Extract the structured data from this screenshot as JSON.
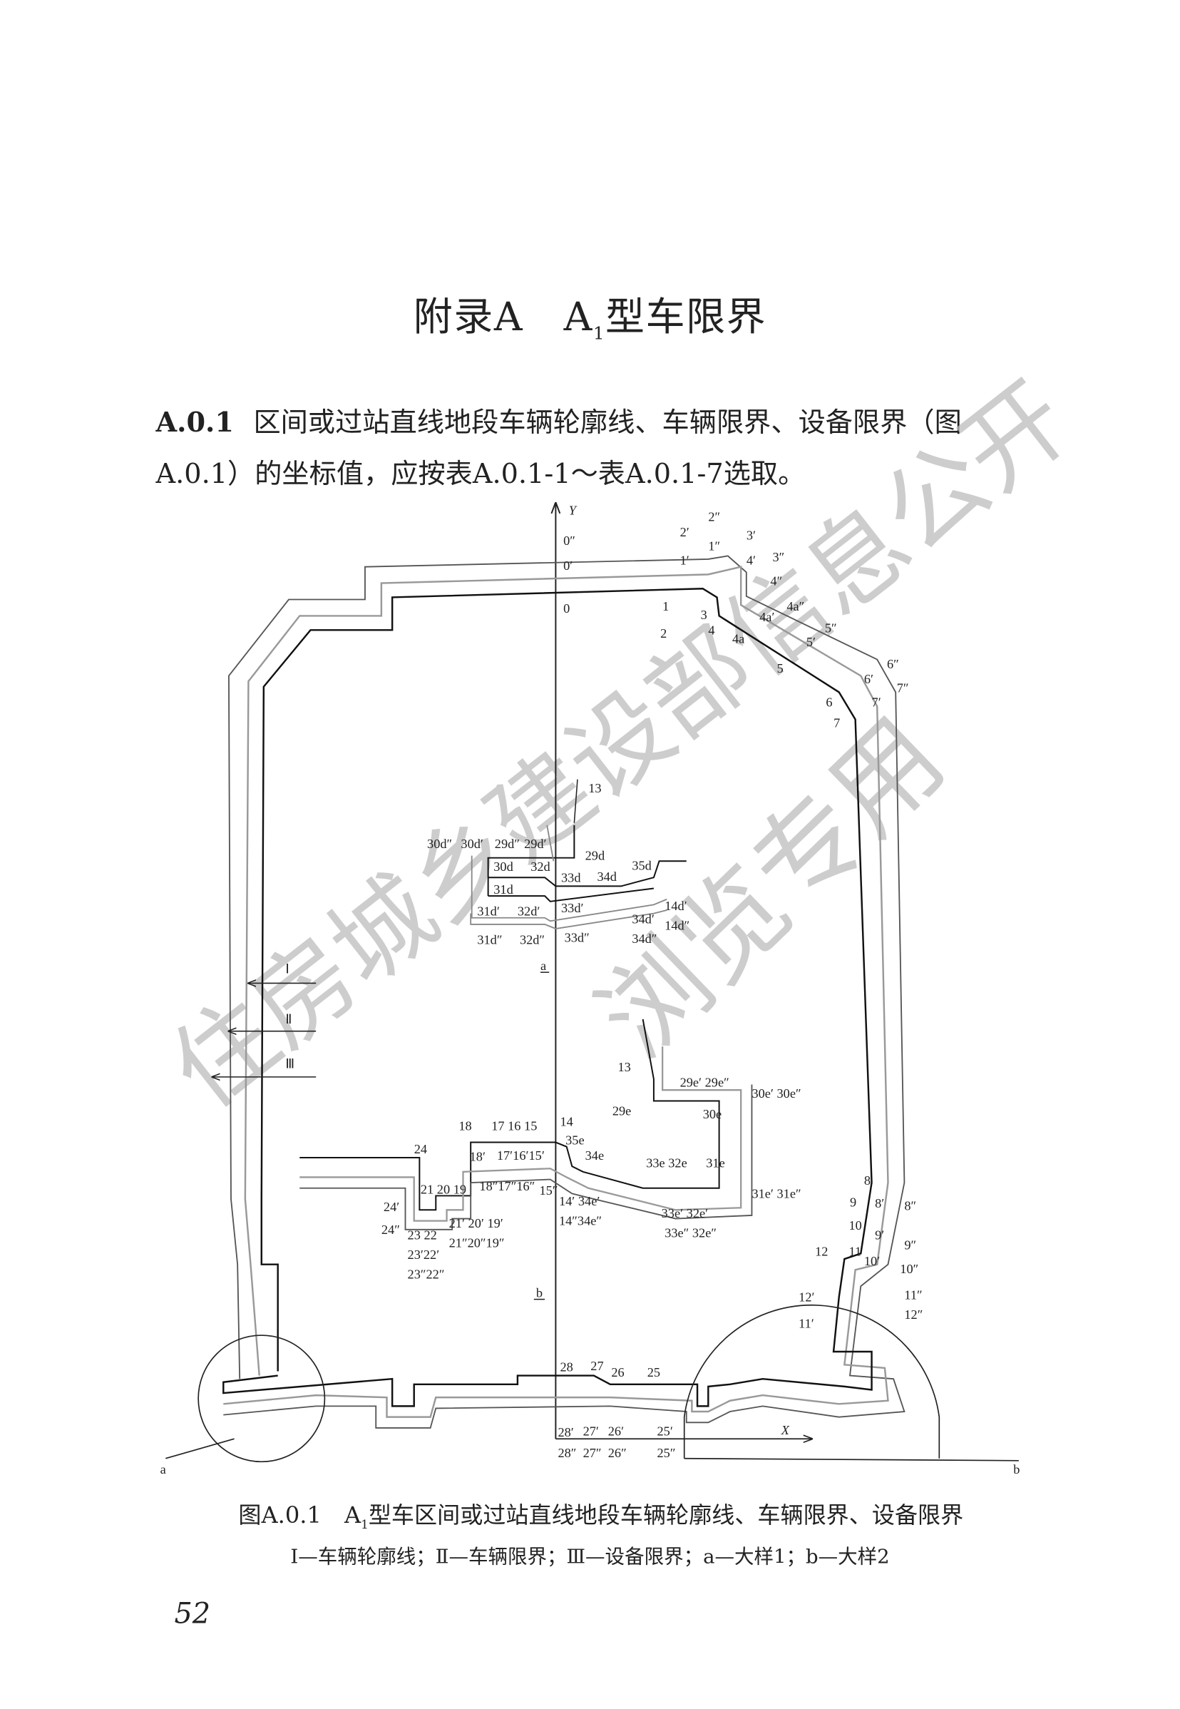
{
  "header": {
    "title_prefix": "附录A　A",
    "title_sub": "1",
    "title_suffix": "型车限界"
  },
  "clause": {
    "number": "A.0.1",
    "text": "区间或过站直线地段车辆轮廓线、车辆限界、设备限界（图A.0.1）的坐标值，应按表A.0.1-1～表A.0.1-7选取。"
  },
  "figure": {
    "caption_prefix": "图A.0.1　A",
    "caption_sub": "1",
    "caption_suffix": "型车区间或过站直线地段车辆轮廓线、车辆限界、设备限界",
    "legend": "Ⅰ—车辆轮廓线；Ⅱ—车辆限界；Ⅲ—设备限界；a—大样1；b—大样2",
    "axis_y": "Y",
    "axis_x": "X",
    "labels": [
      "0″",
      "0′",
      "0",
      "2″",
      "2′",
      "1″",
      "1′",
      "3′",
      "4′",
      "3″",
      "4″",
      "1",
      "2",
      "3",
      "4",
      "4a",
      "4a′",
      "4a″",
      "5″",
      "5′",
      "5",
      "6″",
      "6′",
      "7″",
      "7′",
      "6",
      "7",
      "13",
      "30d″",
      "30d′",
      "29d″",
      "29d′",
      "29d",
      "30d",
      "32d",
      "33d",
      "34d",
      "35d",
      "31d",
      "31d′",
      "32d′",
      "33d′",
      "14d′",
      "34d′",
      "14d″",
      "34d″",
      "31d″",
      "32d″",
      "33d″",
      "a",
      "Ⅰ",
      "Ⅱ",
      "Ⅲ",
      "13",
      "29e′ 29e″",
      "30e′ 30e″",
      "29e",
      "30e",
      "18",
      "17 16 15",
      "14",
      "35e",
      "24",
      "18′",
      "17′16′15′",
      "34e",
      "33e 32e",
      "31e",
      "21 20 19",
      "18″17″16″",
      "15″",
      "31e′ 31e″",
      "8",
      "9",
      "8′",
      "8″",
      "24′",
      "14′ 34e′",
      "10",
      "9′",
      "33e′ 32e′",
      "21′ 20′ 19′",
      "24″",
      "14″34e″",
      "9″",
      "23 22",
      "33e″ 32e″",
      "21″20″19″",
      "12",
      "11",
      "10′",
      "10″",
      "23′22′",
      "23″22″",
      "b",
      "11″",
      "12′",
      "12″",
      "11′",
      "28",
      "27",
      "26",
      "25",
      "28′",
      "27′",
      "26′",
      "25′",
      "28″",
      "27″",
      "26″",
      "25″",
      "a",
      "b"
    ]
  },
  "watermark": {
    "line1": "住房城乡建设部信息公开",
    "line2": "浏览专用"
  },
  "page_number": "52"
}
